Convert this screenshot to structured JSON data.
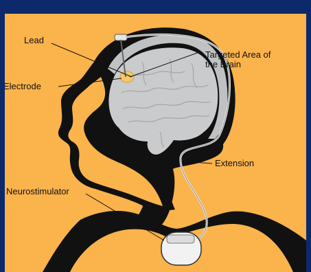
{
  "labels": {
    "lead": "Lead",
    "target_line1": "Targeted Area of",
    "target_line2": "the Brain",
    "electrode": "Electrode",
    "extension": "Extension",
    "neurostimulator": "Neurostimulator"
  },
  "colors": {
    "frame": "#0c2a6b",
    "background": "#fbb34c",
    "silhouette": "#111111",
    "brain": "#c9cbcd",
    "skull_gray": "#bfc1c3",
    "device": "#f2f2f2",
    "target_highlight": "#f6c66a"
  }
}
